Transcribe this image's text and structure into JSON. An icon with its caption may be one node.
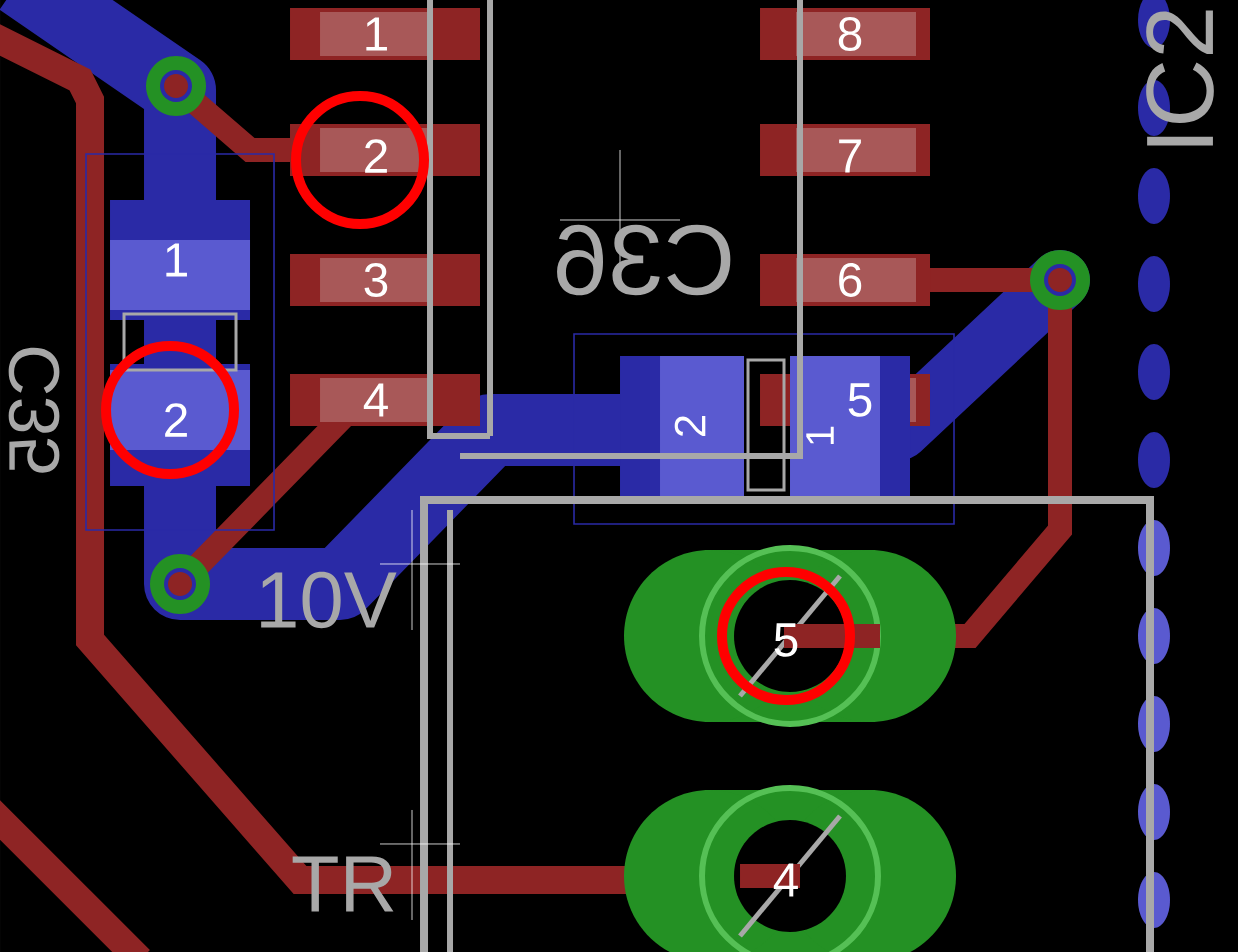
{
  "diagram": {
    "labels": [
      "1",
      "8",
      "IC2",
      "2",
      "7",
      "1",
      "C36",
      "3",
      "6",
      "C35",
      "2",
      "4",
      "2",
      "1",
      "5",
      "10V",
      "5",
      "TR",
      "4"
    ]
  }
}
